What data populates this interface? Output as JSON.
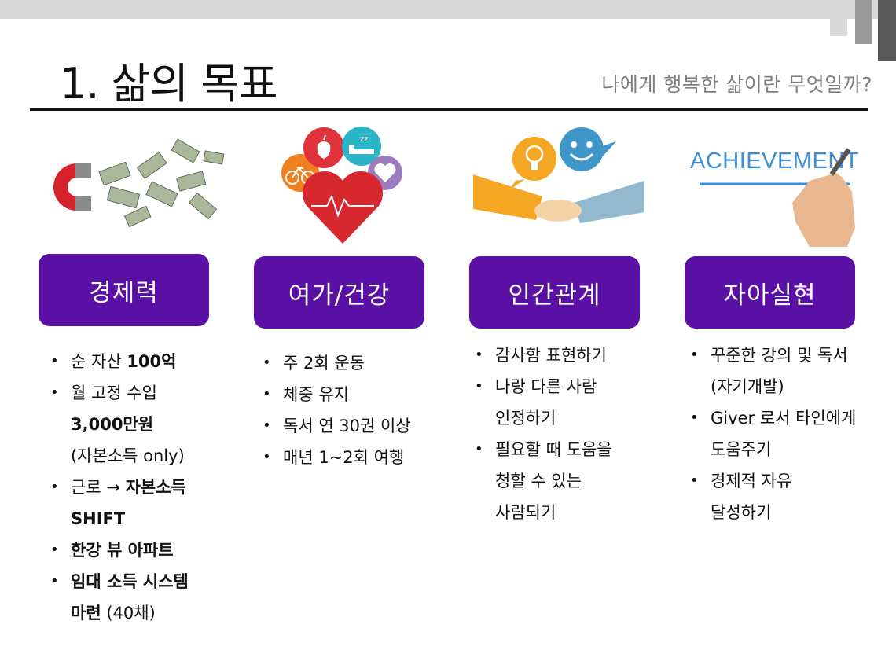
{
  "slide": {
    "title": "1. 삶의 목표",
    "subtitle": "나에게 행복한 삶이란 무엇일까?"
  },
  "images": {
    "achievement_text": "ACHIEVEMENT"
  },
  "categories": [
    {
      "label": "경제력",
      "items": [
        [
          {
            "t": "순 자산 ",
            "b": false
          },
          {
            "t": "100억",
            "b": true
          }
        ],
        [
          {
            "t": "월 고정 수입",
            "b": false
          }
        ],
        [
          {
            "t": "3,000만원",
            "b": true
          }
        ],
        [
          {
            "t": "(자본소득 only)",
            "b": false
          }
        ],
        [
          {
            "t": "근로 → ",
            "b": false
          },
          {
            "t": "자본소득",
            "b": true
          }
        ],
        [
          {
            "t": "SHIFT",
            "b": true
          }
        ],
        [
          {
            "t": "한강 뷰 아파트",
            "b": true
          }
        ],
        [
          {
            "t": "임대 소득 시스템",
            "b": true
          }
        ],
        [
          {
            "t": "마련",
            "b": true
          },
          {
            "t": " (40채)",
            "b": false
          }
        ]
      ]
    },
    {
      "label": "여가/건강",
      "items": [
        "주 2회 운동",
        "체중 유지",
        "독서 연 30권 이상",
        "매년 1~2회 여행"
      ]
    },
    {
      "label": "인간관계",
      "items": [
        "감사함 표현하기",
        "나랑 다른 사람",
        "인정하기",
        "필요할 때 도움을",
        "청할 수 있는",
        "사람되기"
      ]
    },
    {
      "label": "자아실현",
      "items": [
        "꾸준한 강의 및 독서",
        "(자기개발)",
        "Giver 로서 타인에게",
        "도움주기",
        "경제적 자유",
        "달성하기"
      ]
    }
  ],
  "colors": {
    "category_box": "#5a0fa5",
    "subtitle": "#7f7f7f"
  }
}
